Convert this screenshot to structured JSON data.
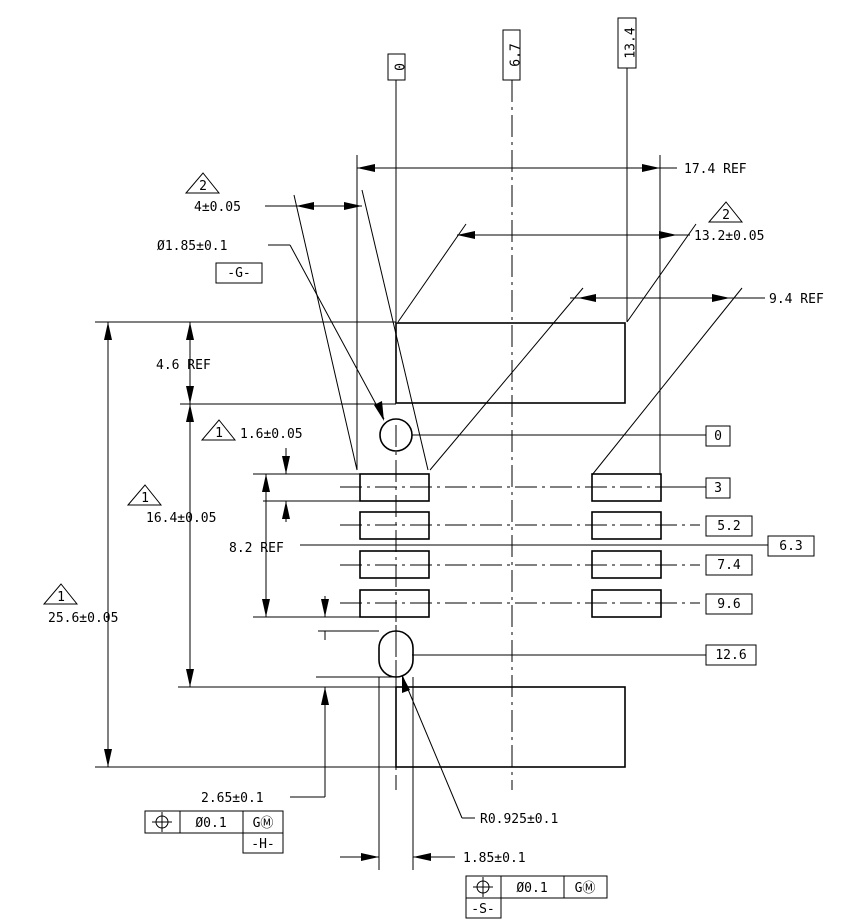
{
  "datums": {
    "col_0": "0",
    "col_6_7": "6.7",
    "col_13_4": "13.4",
    "row_0": "0",
    "row_3": "3",
    "row_5_2": "5.2",
    "row_6_3": "6.3",
    "row_7_4": "7.4",
    "row_9_6": "9.6",
    "row_12_6": "12.6"
  },
  "dims": {
    "overall_ref": "17.4 REF",
    "pad_to_hole": "4±0.05",
    "pad_span": "13.2±0.05",
    "hole_dia": "Ø1.85±0.1",
    "datum_g": "-G-",
    "inner_ref": "9.4 REF",
    "top_ref": "4.6 REF",
    "pad_width": "1.6±0.05",
    "mid_span": "16.4±0.05",
    "pitch_ref": "8.2 REF",
    "total_height": "25.6±0.05",
    "slot_offset": "2.65±0.1",
    "slot_radius": "R0.925±0.1",
    "slot_width": "1.85±0.1",
    "datum_h": "-H-",
    "datum_s": "-S-"
  },
  "notes": {
    "flag_2": "2",
    "flag_1": "1"
  },
  "fcf": {
    "tolerance": "Ø0.1",
    "datum_ref": "GⓂ"
  },
  "icons": [
    "position-tolerance-icon",
    "note-flag-icon",
    "arrow-head-icon"
  ]
}
